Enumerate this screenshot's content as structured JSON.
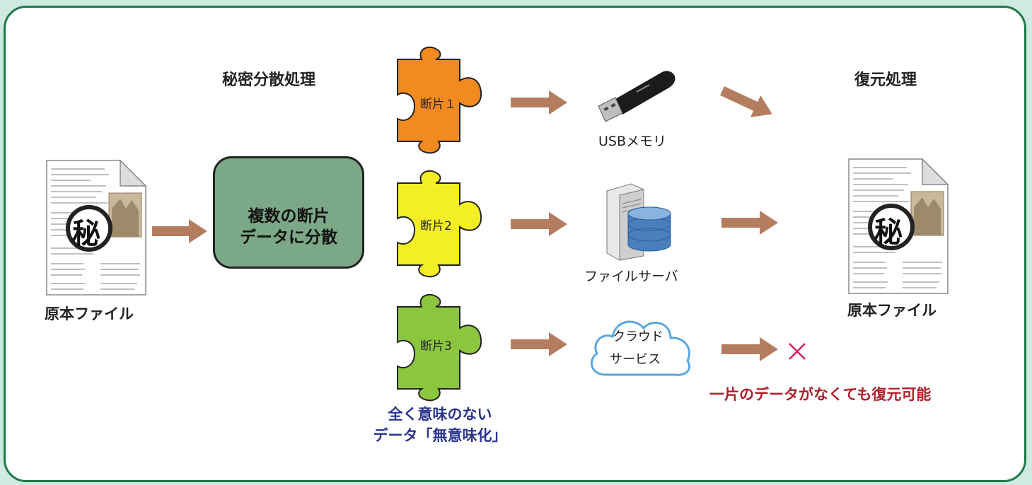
{
  "left_process_label": "秘密分散処理",
  "right_process_label": "復元処理",
  "original_file_left": "原本ファイル",
  "original_file_right": "原本ファイル",
  "document_seal": "秘",
  "split_box": {
    "line1": "複数の断片",
    "line2": "データに分散"
  },
  "fragments": [
    {
      "label": "断片１",
      "color": "#f28a1f"
    },
    {
      "label": "断片2",
      "color": "#f4ee25"
    },
    {
      "label": "断片3",
      "color": "#8cc63f"
    }
  ],
  "storage": {
    "usb": "USBメモリ",
    "server": "ファイルサーバ",
    "cloud": {
      "line1": "クラウド",
      "line2": "サービス"
    }
  },
  "meaningless_note": {
    "line1": "全く意味のない",
    "line2": "データ「無意味化」"
  },
  "restore_note": "一片のデータがなくても復元可能",
  "colors": {
    "frame": "#1e7a4a",
    "arrow": "#b47d60",
    "split_box": "#7ba886",
    "note_blue": "#2a3590",
    "note_red": "#b0202a",
    "cross": "#d0205a"
  }
}
